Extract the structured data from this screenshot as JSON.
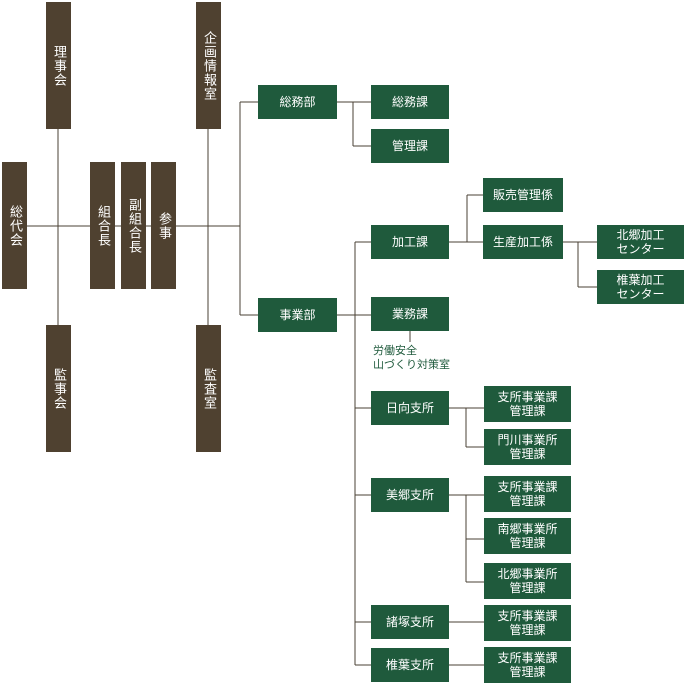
{
  "top": {
    "board": "理事会",
    "planning": "企画情報室"
  },
  "left": {
    "assembly": "総代会",
    "union_head": "組合長",
    "vice_head": "副組合長",
    "councilor": "参事"
  },
  "bottom": {
    "auditors": "監事会",
    "audit_office": "監査室"
  },
  "general": {
    "dept": "総務部",
    "section1": "総務課",
    "section2": "管理課"
  },
  "business": {
    "dept": "事業部",
    "processing": "加工課",
    "sales_mgmt": "販売管理係",
    "production": "生産加工係",
    "center1_l1": "北郷加工",
    "center1_l2": "センター",
    "center2_l1": "椎葉加工",
    "center2_l2": "センター",
    "operations": "業務課",
    "safety_l1": "労働安全",
    "safety_l2": "山づくり対策室"
  },
  "branches": {
    "hyuga": "日向支所",
    "misato": "美郷支所",
    "morotsuka": "諸塚支所",
    "shiiba": "椎葉支所",
    "office_l1": "支所事業課",
    "office_l2": "管理課",
    "kadokawa_l1": "門川事業所",
    "nango_l1": "南郷事業所",
    "kitago_l1": "北郷事業所",
    "mgmt": "管理課"
  },
  "colors": {
    "executive": "#4f4130",
    "department": "#1f5a3c",
    "line": "#4a4034"
  }
}
